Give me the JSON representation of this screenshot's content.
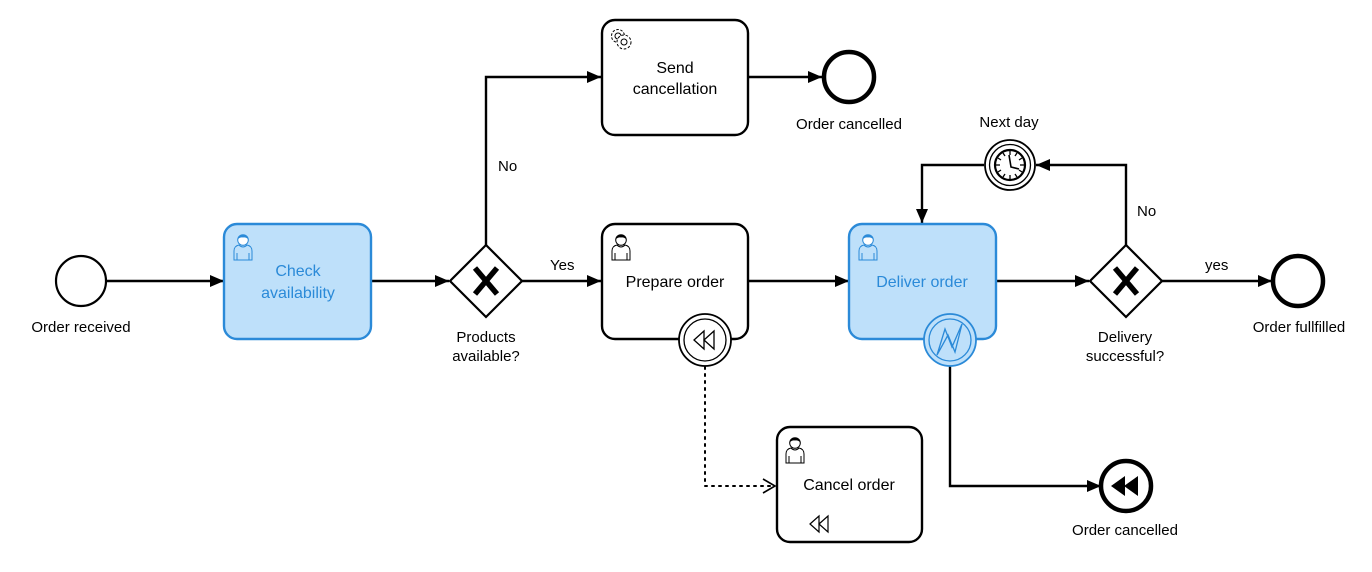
{
  "colors": {
    "highlight_fill": "#bee0fa",
    "highlight_stroke": "#2b8ad8",
    "default_stroke": "#000000"
  },
  "events": {
    "start": {
      "label": "Order received",
      "type": "start-event"
    },
    "end_cancelled_top": {
      "label": "Order cancelled",
      "type": "end-event"
    },
    "end_fulfilled": {
      "label": "Order fullfilled",
      "type": "end-event"
    },
    "end_compensation": {
      "label": "Order cancelled",
      "type": "compensation-end-event",
      "icon": "rewind-filled-icon"
    },
    "timer": {
      "label": "Next day",
      "type": "intermediate-timer-event",
      "icon": "clock-icon"
    }
  },
  "tasks": {
    "check_availability": {
      "label_lines": [
        "Check",
        "availability"
      ],
      "type": "user-task",
      "highlighted": true,
      "icon": "user-icon"
    },
    "send_cancellation": {
      "label_lines": [
        "Send",
        "cancellation"
      ],
      "type": "service-task",
      "highlighted": false,
      "icon": "gears-icon"
    },
    "prepare_order": {
      "label_lines": [
        "Prepare order"
      ],
      "type": "user-task",
      "highlighted": false,
      "icon": "user-icon",
      "boundary": "compensation-boundary-event"
    },
    "deliver_order": {
      "label_lines": [
        "Deliver order"
      ],
      "type": "user-task",
      "highlighted": true,
      "icon": "user-icon",
      "boundary": "error-boundary-event"
    },
    "cancel_order": {
      "label_lines": [
        "Cancel order"
      ],
      "type": "user-task",
      "highlighted": false,
      "icon": "user-icon",
      "marker": "compensation-marker"
    }
  },
  "gateways": {
    "products_available": {
      "label_lines": [
        "Products",
        "available?"
      ],
      "type": "exclusive-gateway"
    },
    "delivery_successful": {
      "label_lines": [
        "Delivery",
        "successful?"
      ],
      "type": "exclusive-gateway"
    }
  },
  "flow_labels": {
    "products_no": "No",
    "products_yes": "Yes",
    "delivery_no": "No",
    "delivery_yes": "yes"
  }
}
